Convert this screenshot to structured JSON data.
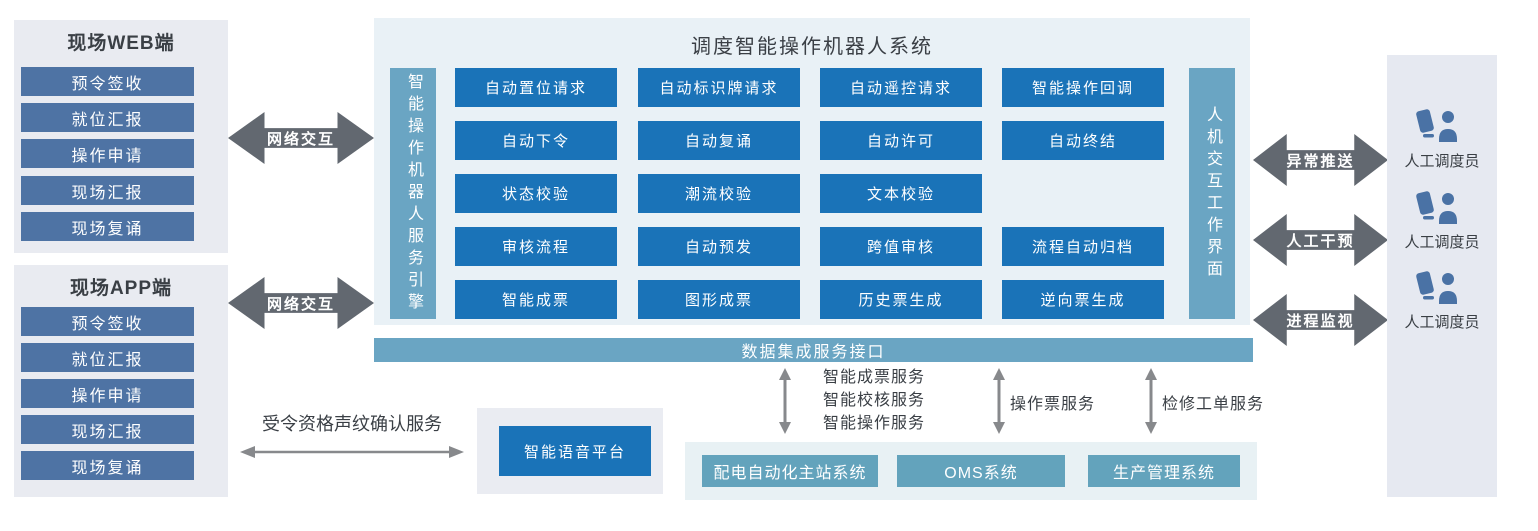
{
  "colors": {
    "steel_blue": "#4e73a4",
    "button_blue": "#1a73b8",
    "bar_light_blue": "#6aa5c3",
    "teal_button": "#63a3bc",
    "panel_gray": "#e9ebf1",
    "main_bg": "#e9f1f6",
    "bottom_bg": "#e8f1f4",
    "arrow_dark": "#626870",
    "arrow_gray": "#87898c",
    "text_dark": "#3a3f45"
  },
  "left_panels": {
    "web": {
      "title": "现场WEB端",
      "items": [
        "预令签收",
        "就位汇报",
        "操作申请",
        "现场汇报",
        "现场复诵"
      ]
    },
    "app": {
      "title": "现场APP端",
      "items": [
        "预令签收",
        "就位汇报",
        "操作申请",
        "现场汇报",
        "现场复诵"
      ]
    }
  },
  "link_arrows": {
    "web": "网络交互",
    "app": "网络交互"
  },
  "main_system": {
    "title": "调度智能操作机器人系统",
    "left_bar": "智能操作机器人服务引擎",
    "right_bar": "人机交互工作界面",
    "rows": [
      [
        "自动置位请求",
        "自动标识牌请求",
        "自动遥控请求",
        "智能操作回调"
      ],
      [
        "自动下令",
        "自动复诵",
        "自动许可",
        "自动终结"
      ],
      [
        "状态校验",
        "潮流校验",
        "文本校验"
      ],
      [
        "审核流程",
        "自动预发",
        "跨值审核",
        "流程自动归档"
      ],
      [
        "智能成票",
        "图形成票",
        "历史票生成",
        "逆向票生成"
      ]
    ]
  },
  "data_bus": "数据集成服务接口",
  "service_links": {
    "group1": [
      "智能成票服务",
      "智能校核服务",
      "智能操作服务"
    ],
    "group2": "操作票服务",
    "group3": "检修工单服务"
  },
  "voice": {
    "link": "受令资格声纹确认服务",
    "platform": "智能语音平台"
  },
  "external_systems": [
    "配电自动化主站系统",
    "OMS系统",
    "生产管理系统"
  ],
  "right_links": [
    "异常推送",
    "人工干预",
    "进程监视"
  ],
  "operators": [
    "人工调度员",
    "人工调度员",
    "人工调度员"
  ]
}
